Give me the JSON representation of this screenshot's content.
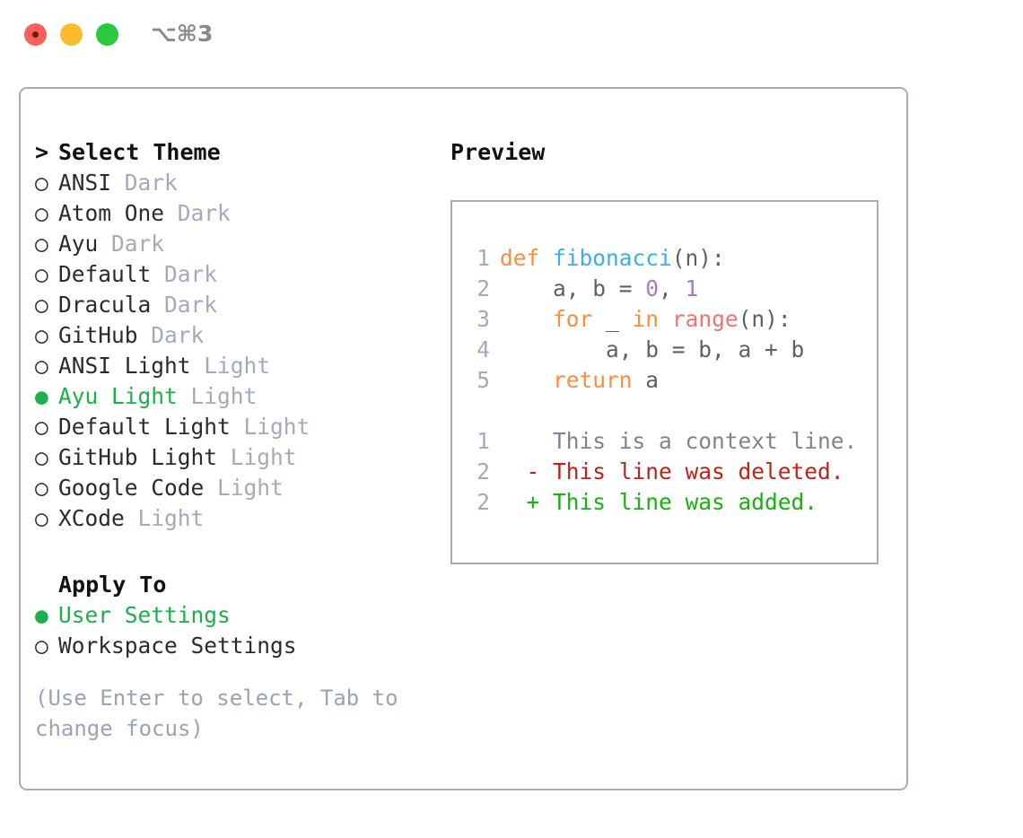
{
  "window": {
    "title": "⌥⌘3",
    "traffic_lights": [
      {
        "name": "close",
        "color": "#fb5f57"
      },
      {
        "name": "minimize",
        "color": "#fcbb2e"
      },
      {
        "name": "maximize",
        "color": "#2bc840"
      }
    ]
  },
  "theme_list": {
    "header": "Select Theme",
    "caret": ">",
    "bullet_unselected": "○",
    "bullet_selected": "●",
    "selected_color": "#1cb04a",
    "variant_color": "#a3abba",
    "items": [
      {
        "label": "ANSI",
        "variant": "Dark",
        "selected": false
      },
      {
        "label": "Atom One",
        "variant": "Dark",
        "selected": false
      },
      {
        "label": "Ayu",
        "variant": "Dark",
        "selected": false
      },
      {
        "label": "Default",
        "variant": "Dark",
        "selected": false
      },
      {
        "label": "Dracula",
        "variant": "Dark",
        "selected": false
      },
      {
        "label": "GitHub",
        "variant": "Dark",
        "selected": false
      },
      {
        "label": "ANSI Light",
        "variant": "Light",
        "selected": false
      },
      {
        "label": "Ayu Light",
        "variant": "Light",
        "selected": true
      },
      {
        "label": "Default Light",
        "variant": "Light",
        "selected": false
      },
      {
        "label": "GitHub Light",
        "variant": "Light",
        "selected": false
      },
      {
        "label": "Google Code",
        "variant": "Light",
        "selected": false
      },
      {
        "label": "XCode",
        "variant": "Light",
        "selected": false
      }
    ]
  },
  "apply_to": {
    "header": "Apply To",
    "items": [
      {
        "label": "User Settings",
        "selected": true
      },
      {
        "label": "Workspace Settings",
        "selected": false
      }
    ]
  },
  "hint": "(Use Enter to select, Tab to change focus)",
  "preview": {
    "title": "Preview",
    "code_lines": [
      {
        "num": "1",
        "tokens": [
          {
            "t": "def",
            "c": "k"
          },
          {
            "t": " ",
            "c": "pn"
          },
          {
            "t": "fibonacci",
            "c": "fn"
          },
          {
            "t": "(n):",
            "c": "pn"
          }
        ]
      },
      {
        "num": "2",
        "tokens": [
          {
            "t": "    a, b = ",
            "c": "pn"
          },
          {
            "t": "0",
            "c": "num"
          },
          {
            "t": ", ",
            "c": "pn"
          },
          {
            "t": "1",
            "c": "num"
          }
        ]
      },
      {
        "num": "3",
        "tokens": [
          {
            "t": "    ",
            "c": "pn"
          },
          {
            "t": "for",
            "c": "k"
          },
          {
            "t": " _ ",
            "c": "pn"
          },
          {
            "t": "in",
            "c": "k"
          },
          {
            "t": " ",
            "c": "pn"
          },
          {
            "t": "range",
            "c": "bi"
          },
          {
            "t": "(n):",
            "c": "pn"
          }
        ]
      },
      {
        "num": "4",
        "tokens": [
          {
            "t": "        a, b = b, a + b",
            "c": "pn"
          }
        ]
      },
      {
        "num": "5",
        "tokens": [
          {
            "t": "    ",
            "c": "pn"
          },
          {
            "t": "return",
            "c": "k"
          },
          {
            "t": " a",
            "c": "pn"
          }
        ]
      }
    ],
    "diff_lines": [
      {
        "num": "1",
        "marker": " ",
        "text": "This is a context line.",
        "kind": "ctx"
      },
      {
        "num": "2",
        "marker": "-",
        "text": "This line was deleted.",
        "kind": "del"
      },
      {
        "num": "2",
        "marker": "+",
        "text": "This line was added.",
        "kind": "add"
      }
    ],
    "colors": {
      "keyword": "#fa8d3e",
      "function": "#3aaff0",
      "number": "#a37acc",
      "builtin": "#f07171",
      "plain": "#5c6166",
      "line_number": "#a3abba",
      "diff_context": "#7d8590",
      "diff_deleted": "#c0221a",
      "diff_added": "#13b40c"
    }
  }
}
